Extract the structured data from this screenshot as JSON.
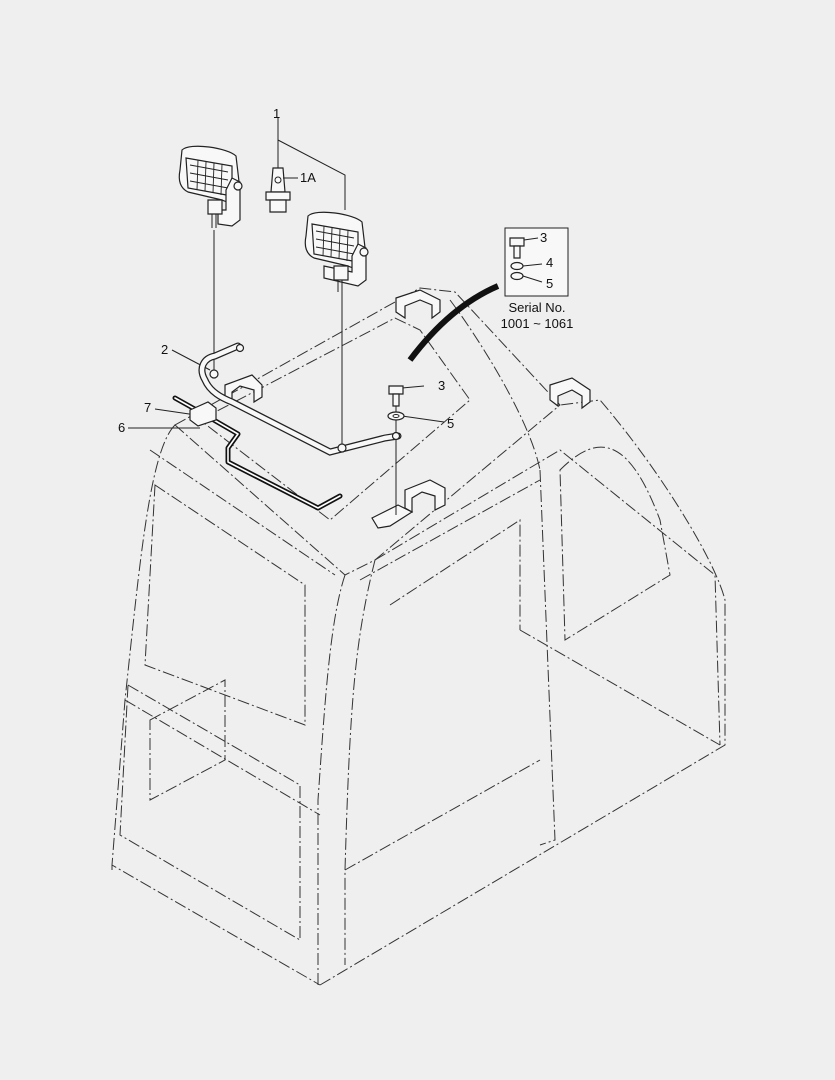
{
  "callouts": {
    "p1": "1",
    "p1a": "1A",
    "p2": "2",
    "p3": "3",
    "p5": "5",
    "p6": "6",
    "p7": "7"
  },
  "inset": {
    "p3": "3",
    "p4": "4",
    "p5": "5",
    "serial_label": "Serial No.",
    "serial_range": "1001 ~ 1061"
  }
}
